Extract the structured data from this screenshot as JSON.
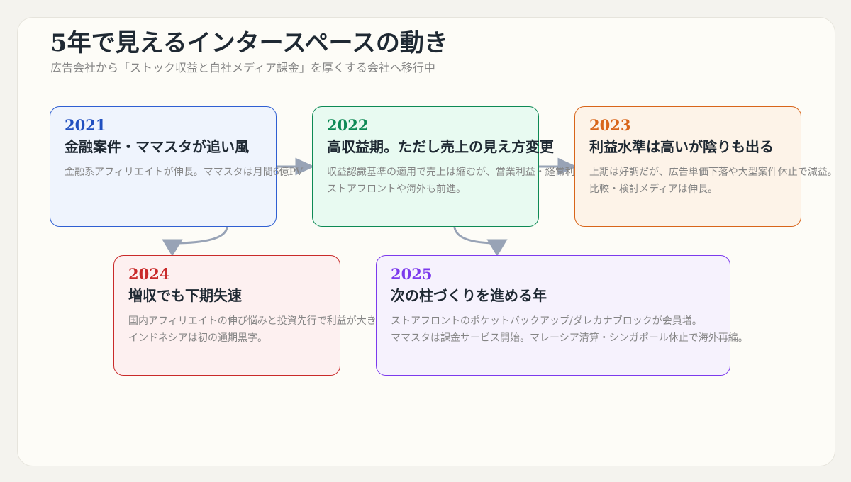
{
  "title": "5年で見えるインタースペースの動き",
  "subtitle": "広告会社から「ストック収益と自社メディア課金」を厚くする会社へ移行中",
  "arrow_color": "#98a3b6",
  "cards": [
    {
      "year": "2021",
      "headline": "金融案件・ママスタが追い風",
      "lines": [
        "金融系アフィリエイトが伸長。ママスタは月間6億PV"
      ],
      "accent": "#2f5fd2"
    },
    {
      "year": "2022",
      "headline": "高収益期。ただし売上の見え方変更",
      "lines": [
        "収益認識基準の適用で売上は縮むが、営業利益・経常利益は高水準。",
        "ストアフロントや海外も前進。"
      ],
      "accent": "#0d8a55"
    },
    {
      "year": "2023",
      "headline": "利益水準は高いが陰りも出る",
      "lines": [
        "上期は好調だが、広告単価下落や大型案件休止で減益。",
        "比較・検討メディアは伸長。"
      ],
      "accent": "#d8651a"
    },
    {
      "year": "2024",
      "headline": "増収でも下期失速",
      "lines": [
        "国内アフィリエイトの伸び悩みと投資先行で利益が大きく減少。",
        "インドネシアは初の通期黒字。"
      ],
      "accent": "#c92a2a"
    },
    {
      "year": "2025",
      "headline": "次の柱づくりを進める年",
      "lines": [
        "ストアフロントのポケットバックアップ/ダレカナブロックが会員増。",
        "ママスタは課金サービス開始。マレーシア清算・シンガポール休止で海外再編。"
      ],
      "accent": "#7c3aed"
    }
  ]
}
